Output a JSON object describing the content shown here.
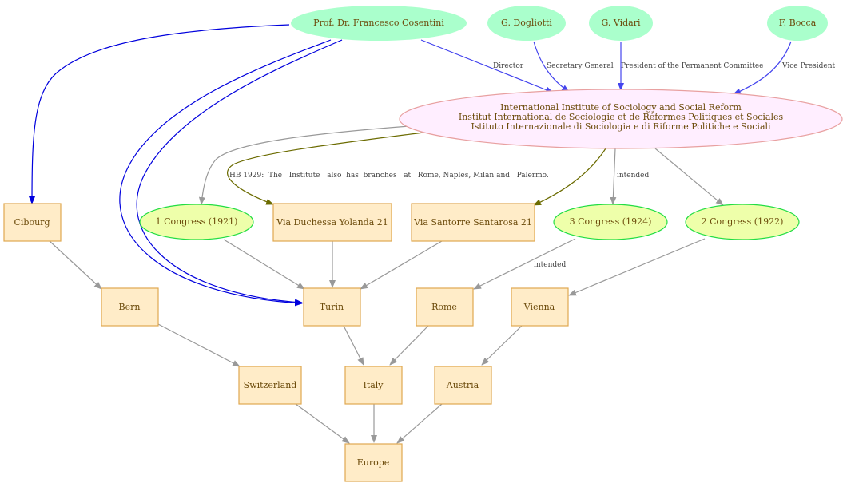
{
  "colors": {
    "person_fill": "#aaffcc",
    "institute_fill": "#ffeeff",
    "institute_stroke": "#e8a0a0",
    "event_fill": "#eeffaa",
    "event_stroke": "#22dd44",
    "place_fill": "#ffecc8",
    "place_stroke": "#e0a850",
    "text": "#6b4a0a",
    "edge_gray": "#999999",
    "edge_blue_dark": "#0000dd",
    "edge_blue": "#4444ee",
    "edge_olive": "#6b6b00"
  },
  "nodes": {
    "cosentini": "Prof. Dr. Francesco Cosentini",
    "dogliotti": "G. Dogliotti",
    "vidari": "G. Vidari",
    "bocca": "F. Bocca",
    "institute": [
      "International Institute of Sociology and Social Reform",
      "Institut International de Sociologie et de Réformes Politiques et Sociales",
      "Istituto Internazionale di Sociologia e di Riforme Politiche e Sociali"
    ],
    "cibourg": "Cibourg",
    "congress1": "1 Congress (1921)",
    "duchessa": "Via Duchessa Yolanda 21",
    "santorre": "Via Santorre Santarosa 21",
    "congress3": "3 Congress (1924)",
    "congress2": "2 Congress (1922)",
    "bern": "Bern",
    "turin": "Turin",
    "rome": "Rome",
    "vienna": "Vienna",
    "switzerland": "Switzerland",
    "italy": "Italy",
    "austria": "Austria",
    "europe": "Europe"
  },
  "edge_labels": {
    "director": "Director",
    "secretary": "Secretary General",
    "president": "President of the Permanent Committee",
    "vice": "Vice President",
    "branches": "HB 1929:  The   Institute   also  has  branches   at   Rome, Naples, Milan and   Palermo.",
    "intended_c3": "intended",
    "intended_rome": "intended"
  }
}
